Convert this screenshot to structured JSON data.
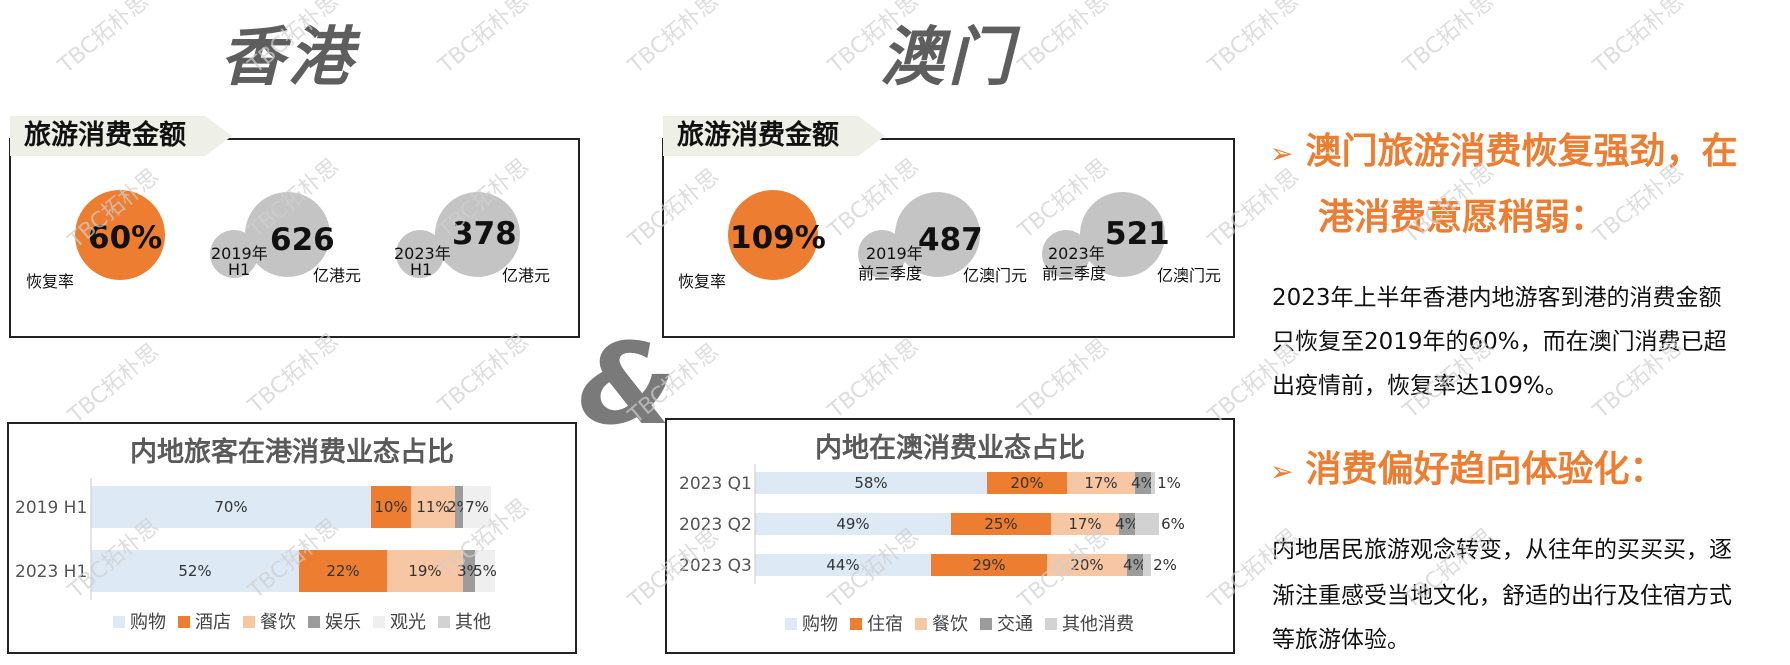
{
  "titles": {
    "hk": "香港",
    "mo": "澳门",
    "ampersand": "&"
  },
  "watermark": "TBC拓朴思",
  "hk_panel": {
    "tag": "旅游消费金额",
    "recovery": {
      "value": "60%",
      "label": "恢复率"
    },
    "c1": {
      "period": "2019年",
      "half": "H1",
      "value": "626",
      "unit": "亿港元"
    },
    "c2": {
      "period": "2023年",
      "half": "H1",
      "value": "378",
      "unit": "亿港元"
    }
  },
  "mo_panel": {
    "tag": "旅游消费金额",
    "recovery": {
      "value": "109%",
      "label": "恢复率"
    },
    "c1": {
      "period": "2019年",
      "half": "前三季度",
      "value": "487",
      "unit": "亿澳门元"
    },
    "c2": {
      "period": "2023年",
      "half": "前三季度",
      "value": "521",
      "unit": "亿澳门元"
    }
  },
  "right": {
    "arrow": "➢",
    "h1_line1": "澳门旅游消费恢复强劲，在",
    "h1_line2": "港消费意愿稍弱：",
    "p1_line1": "2023年上半年香港内地游客到港的消费金额",
    "p1_line2": "只恢复至2019年的60%，而在澳门消费已超",
    "p1_line3": "出疫情前，恢复率达109%。",
    "h2": "消费偏好趋向体验化：",
    "p2_line1": "内地居民旅游观念转变，从往年的买买买，逐",
    "p2_line2": "渐注重感受当地文化，舒适的出行及住宿方式",
    "p2_line3": "等旅游体验。"
  },
  "colors": {
    "shopping": "#dde9f5",
    "hotel": "#ed7d31",
    "food": "#f7c6a2",
    "entertainment": "#9c9c9c",
    "sightseeing": "#efefef",
    "other": "#d2d2d2"
  },
  "chart_data": [
    {
      "type": "bar",
      "orientation": "horizontal",
      "stacked": true,
      "title": "内地旅客在港消费业态占比",
      "categories": [
        "2019 H1",
        "2023 H1"
      ],
      "series": [
        {
          "name": "购物",
          "values": [
            70,
            52
          ],
          "labels": [
            "70%",
            "52%"
          ],
          "color": "#dde9f5"
        },
        {
          "name": "酒店",
          "values": [
            10,
            22
          ],
          "labels": [
            "10%",
            "22%"
          ],
          "color": "#ed7d31"
        },
        {
          "name": "餐饮",
          "values": [
            11,
            19
          ],
          "labels": [
            "11%",
            "19%"
          ],
          "color": "#f7c6a2"
        },
        {
          "name": "娱乐",
          "values": [
            2,
            3
          ],
          "labels": [
            "2%",
            "3%"
          ],
          "color": "#9c9c9c"
        },
        {
          "name": "观光",
          "values": [
            7,
            5
          ],
          "labels": [
            "7%",
            "5%"
          ],
          "color": "#efefef"
        },
        {
          "name": "其他",
          "values": [
            0,
            0
          ],
          "labels": [
            "",
            ""
          ],
          "color": "#d2d2d2"
        }
      ],
      "xlim": [
        0,
        100
      ],
      "legend": "bottom"
    },
    {
      "type": "bar",
      "orientation": "horizontal",
      "stacked": true,
      "title": "内地在澳消费业态占比",
      "categories": [
        "2023 Q1",
        "2023 Q2",
        "2023 Q3"
      ],
      "series": [
        {
          "name": "购物",
          "values": [
            58,
            49,
            44
          ],
          "labels": [
            "58%",
            "49%",
            "44%"
          ],
          "color": "#dde9f5"
        },
        {
          "name": "住宿",
          "values": [
            20,
            25,
            29
          ],
          "labels": [
            "20%",
            "25%",
            "29%"
          ],
          "color": "#ed7d31"
        },
        {
          "name": "餐饮",
          "values": [
            17,
            17,
            20
          ],
          "labels": [
            "17%",
            "17%",
            "20%"
          ],
          "color": "#f7c6a2"
        },
        {
          "name": "交通",
          "values": [
            4,
            4,
            4
          ],
          "labels": [
            "4%",
            "4%",
            "4%"
          ],
          "color": "#9c9c9c"
        },
        {
          "name": "其他消费",
          "values": [
            1,
            6,
            2
          ],
          "labels": [
            "1%",
            "6%",
            "2%"
          ],
          "color": "#d2d2d2"
        }
      ],
      "xlim": [
        0,
        100
      ],
      "legend": "bottom"
    }
  ]
}
